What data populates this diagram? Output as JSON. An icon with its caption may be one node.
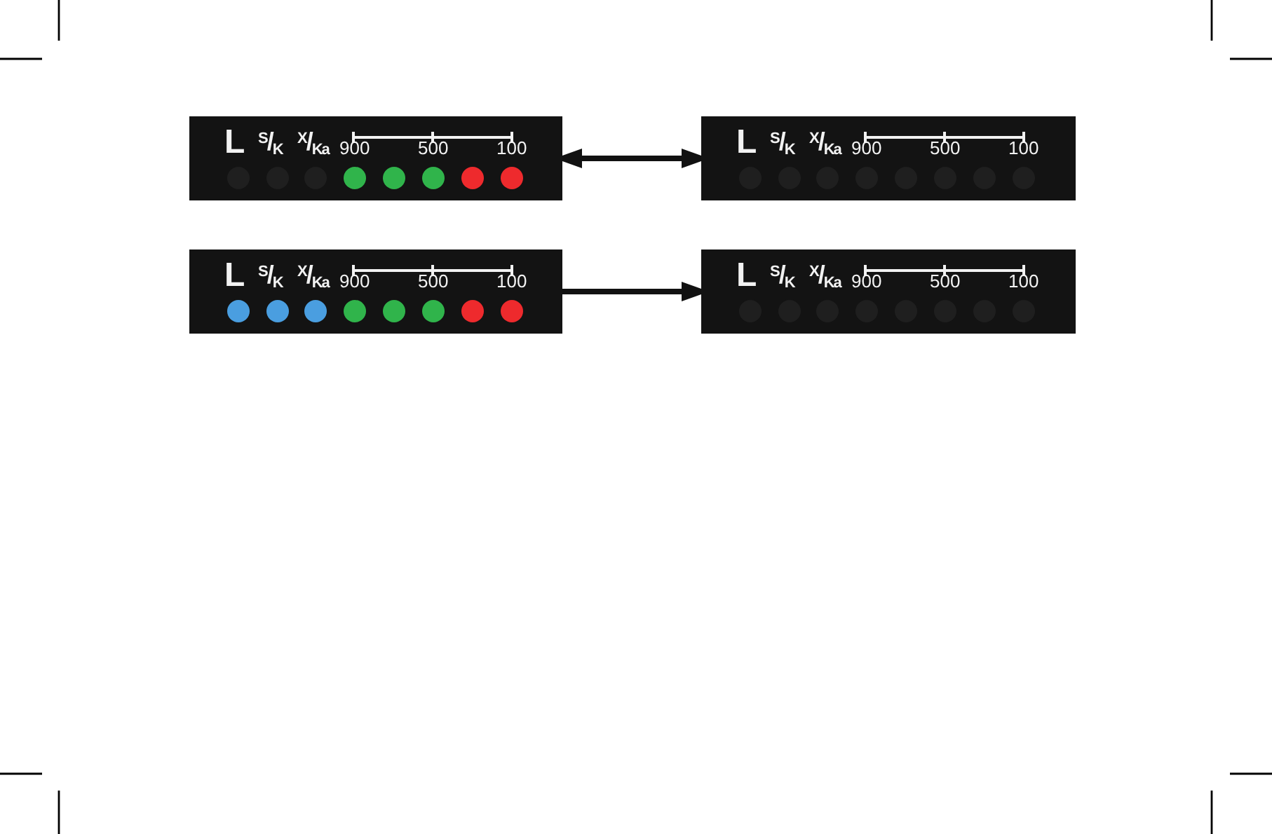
{
  "diagram": {
    "nodes": [
      {
        "text": [
          "L",
          "$^{S}$/$_{K}$",
          "$^{X}$/$_{Ka}$",
          "900",
          "500",
          "100"
        ]
      },
      {
        "text": [
          "L",
          "$^{S}$/$_{K}$",
          "$^{X}$/$_{Ka}$",
          "900",
          "500",
          "100"
        ]
      },
      {
        "text": [
          "L",
          "$^{S}$/$_{K}$",
          "$^{X}$/$_{Ka}$",
          "900",
          "500",
          "100"
        ]
      },
      {
        "text": [
          "L",
          "$^{S}$/$_{K}$",
          "$^{X}$/$_{Ka}$",
          "900",
          "500",
          "100"
        ]
      }
    ],
    "edges": [
      {
        "from": 0,
        "to": 1,
        "arrow": "both"
      },
      {
        "from": 2,
        "to": 3,
        "arrow": "to"
      }
    ]
  }
}
